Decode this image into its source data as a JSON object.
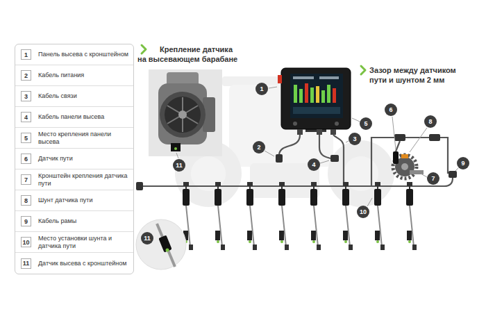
{
  "diagram": {
    "nodes": [
      {
        "text": [
          "1",
          "Панель высева с кронштейном"
        ]
      },
      {
        "text": [
          "2",
          "Кабель питания"
        ]
      },
      {
        "text": [
          "3",
          "Кабель связи"
        ]
      },
      {
        "text": [
          "4",
          "Кабель панели высева"
        ]
      },
      {
        "text": [
          "5",
          "Место крепления панели высева"
        ]
      },
      {
        "text": [
          "6",
          "Датчик пути"
        ]
      },
      {
        "text": [
          "7",
          "Кронштейн крепления датчика пути"
        ]
      },
      {
        "text": [
          "8",
          "Шунт датчика пути"
        ]
      },
      {
        "text": [
          "9",
          "Кабель рамы"
        ]
      },
      {
        "text": [
          "10",
          "Место установки шунта и датчика пути"
        ]
      },
      {
        "text": [
          "11",
          "Датчик высева с кронштейном"
        ]
      }
    ],
    "labels": [
      "Крепление датчика на высевающем барабане",
      "Зазор между датчиком пути и шунтом 2 мм",
      "1",
      "2",
      "3",
      "4",
      "5",
      "6",
      "7",
      "8",
      "9",
      "10",
      "11",
      "11"
    ]
  }
}
